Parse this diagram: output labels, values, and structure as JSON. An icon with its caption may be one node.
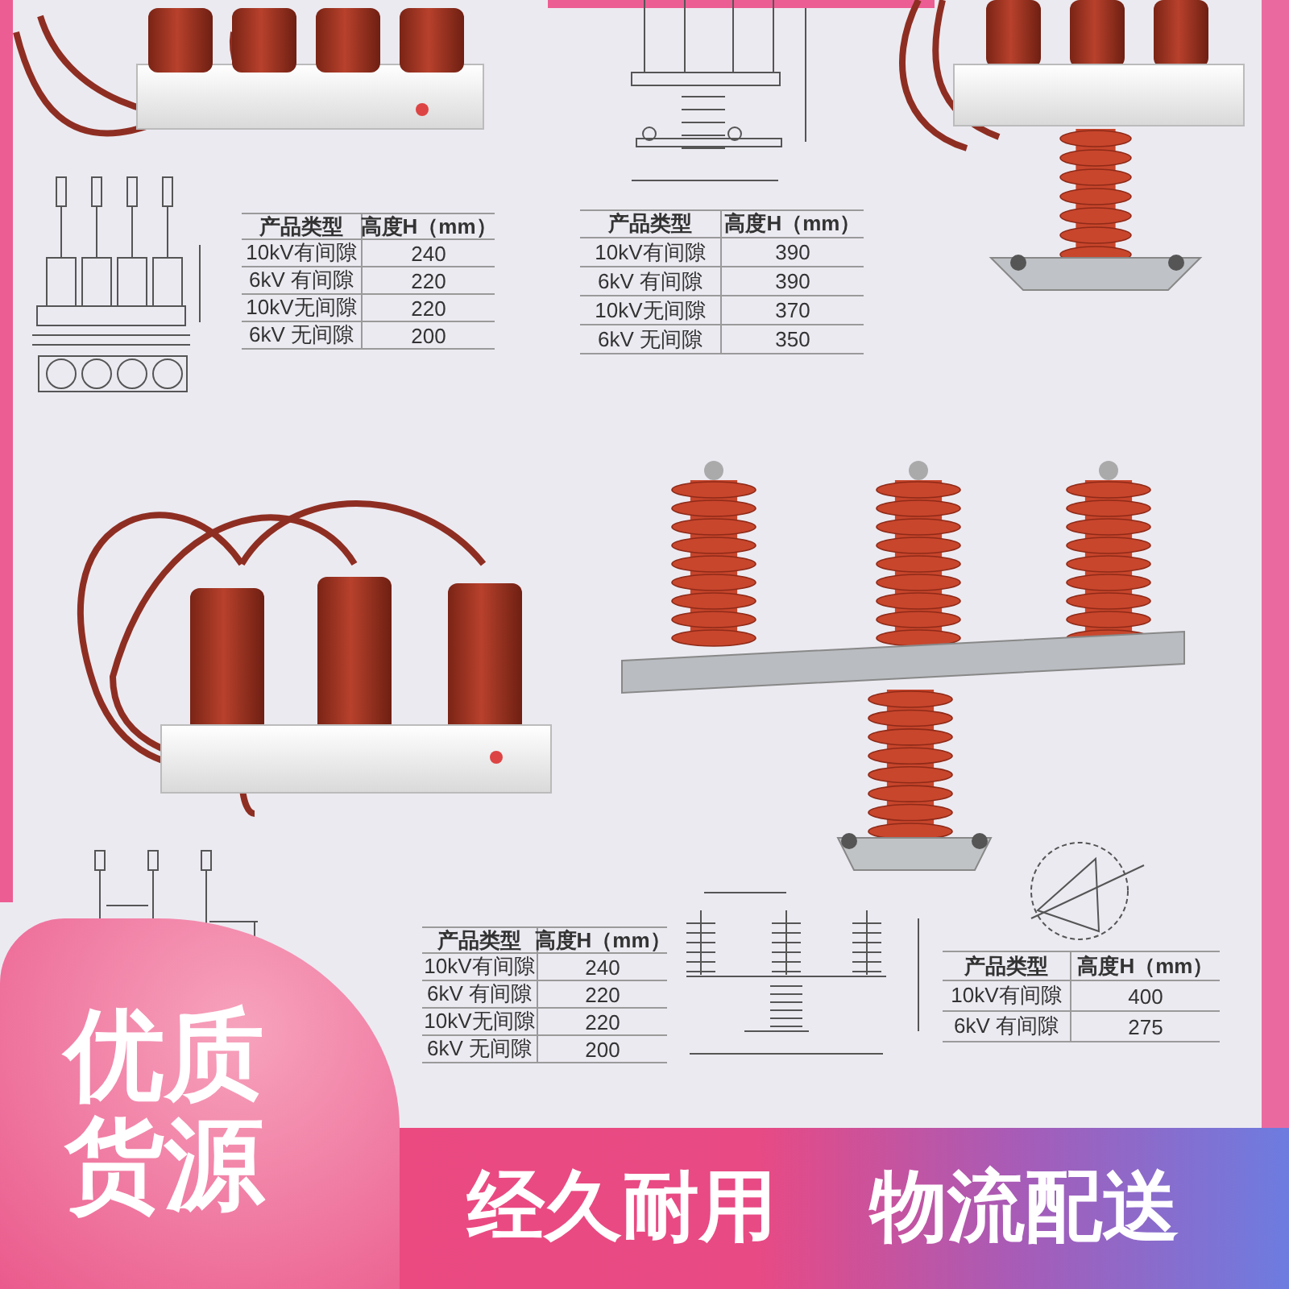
{
  "diagram": {
    "nodes": [
      {
        "text": [
          "优质货源"
        ]
      },
      {
        "text": [
          "经久耐用",
          "物流配送"
        ]
      }
    ],
    "labels": [
      "产品类型",
      "高度H（mm）",
      "10kV有间隙",
      "240",
      "6kV 有间隙",
      "220",
      "10kV无间隙",
      "220",
      "6kV 无间隙",
      "200",
      "产品类型",
      "高度H（mm）",
      "10kV有间隙",
      "390",
      "6kV 有间隙",
      "390",
      "10kV无间隙",
      "370",
      "6kV 无间隙",
      "350",
      "产品类型",
      "高度H（mm）",
      "10kV有间隙",
      "240",
      "6kV 有间隙",
      "220",
      "10kV无间隙",
      "220",
      "6kV 无间隙",
      "200",
      "产品类型",
      "高度H（mm）",
      "10kV有间隙",
      "400",
      "6kV 有间隙",
      "275"
    ]
  }
}
